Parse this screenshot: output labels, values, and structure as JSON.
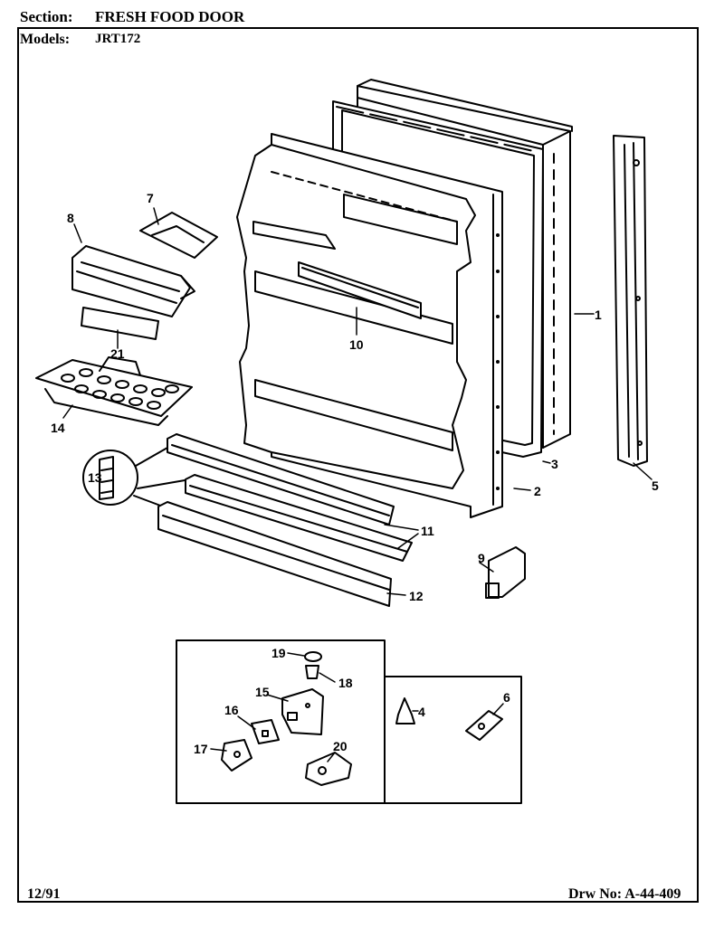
{
  "header": {
    "section_label": "Section:",
    "section_value": "FRESH FOOD DOOR",
    "models_label": "Models:",
    "models_value": "JRT172"
  },
  "footer": {
    "date": "12/91",
    "drawing_number": "Drw No: A-44-409"
  },
  "callouts": {
    "p1": "1",
    "p2": "2",
    "p3": "3",
    "p4": "4",
    "p5": "5",
    "p6": "6",
    "p7": "7",
    "p8": "8",
    "p9": "9",
    "p10": "10",
    "p11": "11",
    "p12": "12",
    "p13": "13",
    "p14": "14",
    "p15": "15",
    "p16": "16",
    "p17": "17",
    "p18": "18",
    "p19": "19",
    "p20": "20",
    "p21": "21"
  }
}
